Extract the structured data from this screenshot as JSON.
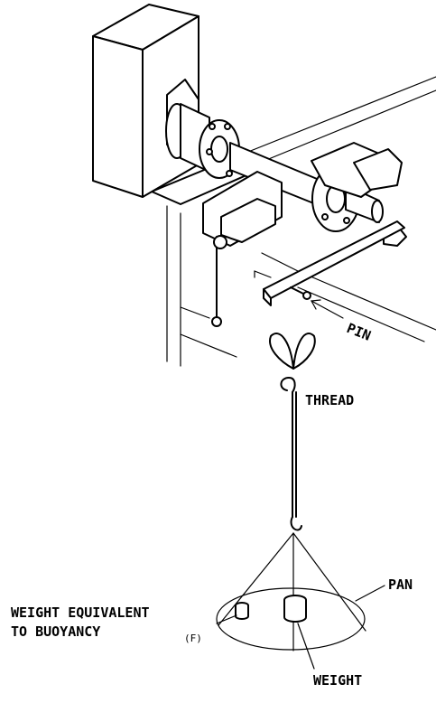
{
  "labels": {
    "pin": "PIN",
    "thread": "THREAD",
    "pan": "PAN",
    "weight_equivalent_line1": "WEIGHT EQUIVALENT",
    "weight_equivalent_line2": "TO BUOYANCY",
    "f_marker": "(F)",
    "weight": "WEIGHT"
  }
}
